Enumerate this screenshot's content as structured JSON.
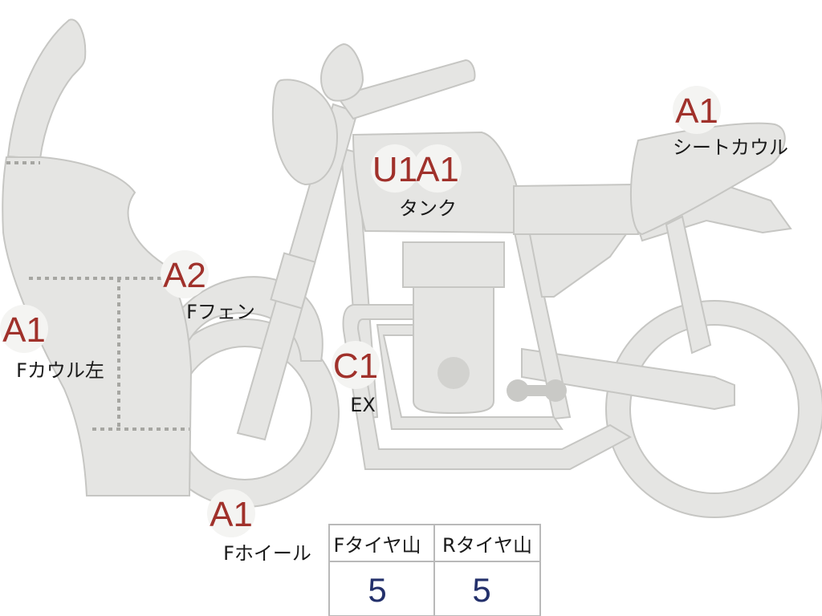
{
  "parts": [
    {
      "id": "front-cowl-left",
      "grades": [
        "A1"
      ],
      "label": "Fカウル左"
    },
    {
      "id": "front-fender",
      "grades": [
        "A2"
      ],
      "label": "Fフェン"
    },
    {
      "id": "front-wheel",
      "grades": [
        "A1"
      ],
      "label": "Fホイール"
    },
    {
      "id": "exhaust",
      "grades": [
        "C1"
      ],
      "label": "EX"
    },
    {
      "id": "tank",
      "grades": [
        "U1",
        "A1"
      ],
      "label": "タンク"
    },
    {
      "id": "seat-cowl",
      "grades": [
        "A1"
      ],
      "label": "シートカウル"
    }
  ],
  "tread_table": {
    "headers": [
      "Fタイヤ山",
      "Rタイヤ山"
    ],
    "values": [
      "5",
      "5"
    ]
  },
  "colors": {
    "part_fill": "#e5e5e3",
    "part_outline": "#c6c6c3",
    "grade_text": "#a0312b",
    "table_value": "#23306b"
  }
}
